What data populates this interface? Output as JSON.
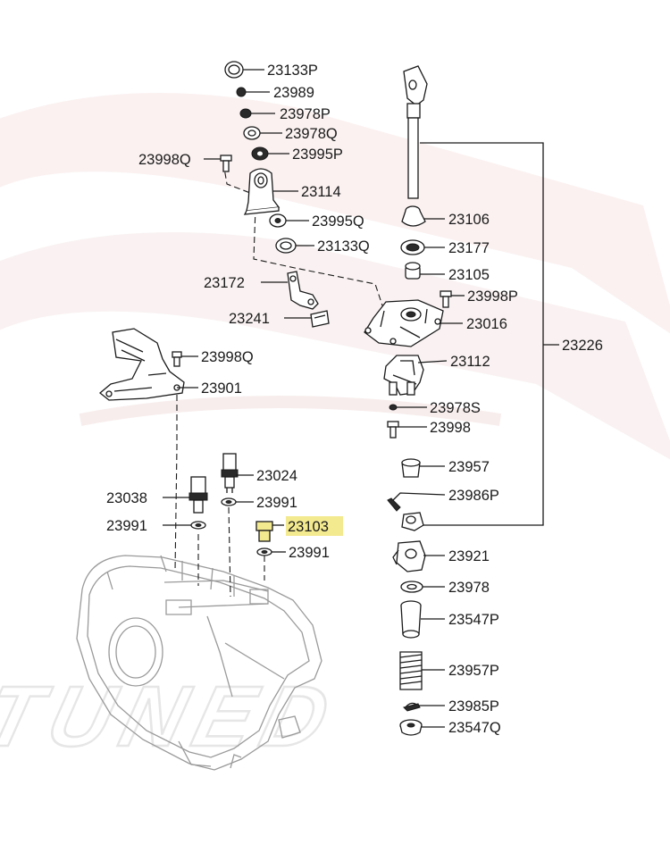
{
  "diagram": {
    "highlight_color": "#f3e98f",
    "line_color": "#1a1a1a",
    "watermark_text": "ETUNED",
    "parts": [
      {
        "id": "p23133P",
        "label": "23133P"
      },
      {
        "id": "p23989",
        "label": "23989"
      },
      {
        "id": "p23978P",
        "label": "23978P"
      },
      {
        "id": "p23978Q",
        "label": "23978Q"
      },
      {
        "id": "p23995P",
        "label": "23995P"
      },
      {
        "id": "p23998Q_a",
        "label": "23998Q"
      },
      {
        "id": "p23114",
        "label": "23114"
      },
      {
        "id": "p23995Q",
        "label": "23995Q"
      },
      {
        "id": "p23133Q",
        "label": "23133Q"
      },
      {
        "id": "p23106",
        "label": "23106"
      },
      {
        "id": "p23177",
        "label": "23177"
      },
      {
        "id": "p23105",
        "label": "23105"
      },
      {
        "id": "p23998P",
        "label": "23998P"
      },
      {
        "id": "p23172",
        "label": "23172"
      },
      {
        "id": "p23016",
        "label": "23016"
      },
      {
        "id": "p23241",
        "label": "23241"
      },
      {
        "id": "p23226",
        "label": "23226"
      },
      {
        "id": "p23998Q_b",
        "label": "23998Q"
      },
      {
        "id": "p23112",
        "label": "23112"
      },
      {
        "id": "p23901",
        "label": "23901"
      },
      {
        "id": "p23978S",
        "label": "23978S"
      },
      {
        "id": "p23998",
        "label": "23998"
      },
      {
        "id": "p23957",
        "label": "23957"
      },
      {
        "id": "p23024",
        "label": "23024"
      },
      {
        "id": "p23038",
        "label": "23038"
      },
      {
        "id": "p23991_a",
        "label": "23991"
      },
      {
        "id": "p23986P",
        "label": "23986P"
      },
      {
        "id": "p23991_b",
        "label": "23991"
      },
      {
        "id": "p23103",
        "label": "23103",
        "highlighted": true
      },
      {
        "id": "p23991_c",
        "label": "23991"
      },
      {
        "id": "p23921",
        "label": "23921"
      },
      {
        "id": "p23978",
        "label": "23978"
      },
      {
        "id": "p23547P",
        "label": "23547P"
      },
      {
        "id": "p23957P",
        "label": "23957P"
      },
      {
        "id": "p23985P",
        "label": "23985P"
      },
      {
        "id": "p23547Q",
        "label": "23547Q"
      }
    ]
  }
}
